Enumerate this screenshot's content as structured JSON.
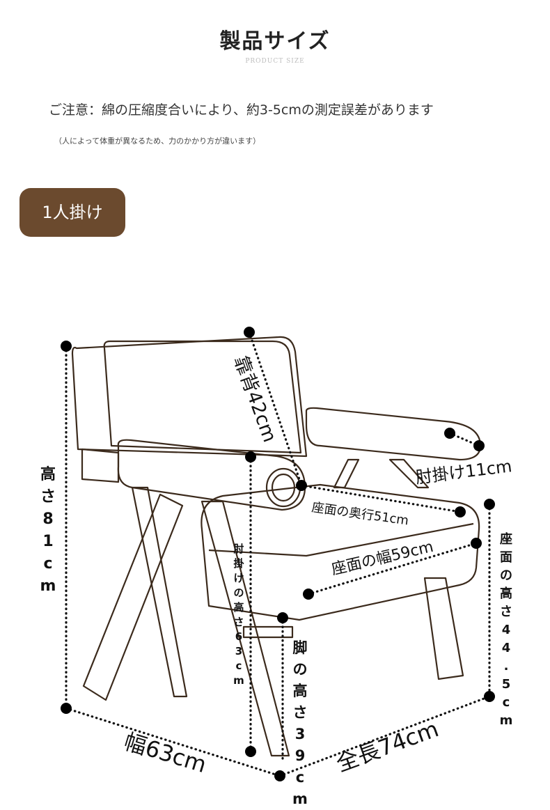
{
  "header": {
    "title": "製品サイズ",
    "subtitle": "PRODUCT SIZE"
  },
  "notice": {
    "main": "ご注意：綿の圧縮度合いにより、約3-5cmの測定誤差があります",
    "sub": "（人によって体重が異なるため、力のかかり方が違います）"
  },
  "badge": {
    "label": "1人掛け",
    "color": "#6b4a2e"
  },
  "dimensions": {
    "height": "高さ81cm",
    "backrest": "靠背42cm",
    "armrest_width": "肘掛け11cm",
    "seat_depth": "座面の奥行51cm",
    "seat_width": "座面の幅59cm",
    "seat_height": "座面の高さ44.5cm",
    "armrest_height": "肘掛けの高さ63cm",
    "leg_height": "脚の高さ39cm",
    "width": "幅63cm",
    "length": "全長74cm"
  }
}
